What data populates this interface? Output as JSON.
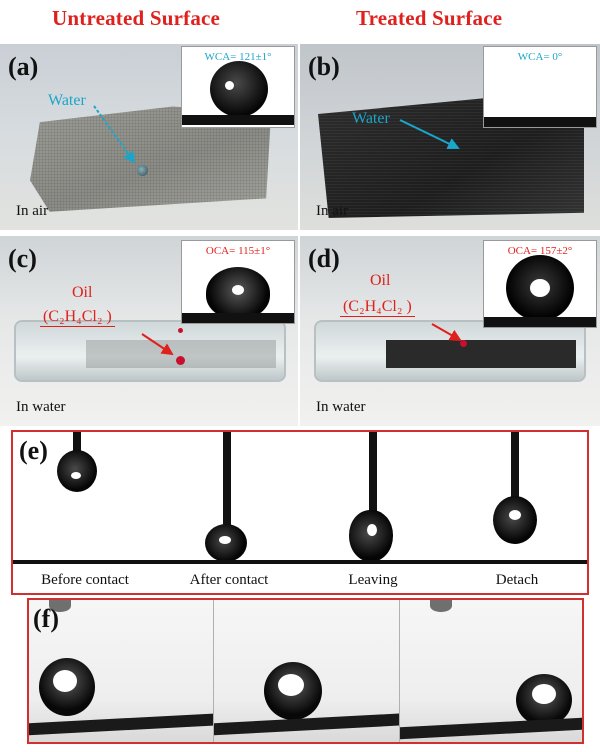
{
  "titles": {
    "left": "Untreated Surface",
    "right": "Treated Surface"
  },
  "panels": {
    "a": {
      "letter": "(a)",
      "inset_label": "WCA= 121±1°",
      "water_label": "Water",
      "caption": "In air"
    },
    "b": {
      "letter": "(b)",
      "inset_label": "WCA= 0°",
      "water_label": "Water",
      "caption": "In air"
    },
    "c": {
      "letter": "(c)",
      "inset_label": "OCA= 115±1°",
      "oil_label": "Oil",
      "oil_formula": "(C₂H₄Cl₂ )",
      "caption": "In water"
    },
    "d": {
      "letter": "(d)",
      "inset_label": "OCA= 157±2°",
      "oil_label": "Oil",
      "oil_formula": "(C₂H₄Cl₂ )",
      "caption": "In water"
    },
    "e": {
      "letter": "(e)",
      "stages": [
        "Before contact",
        "After contact",
        "Leaving",
        "Detach"
      ]
    },
    "f": {
      "letter": "(f)"
    }
  },
  "colors": {
    "title_red": "#e0201c",
    "wca_cyan": "#1aa6c9",
    "frame_red": "#d03030"
  }
}
